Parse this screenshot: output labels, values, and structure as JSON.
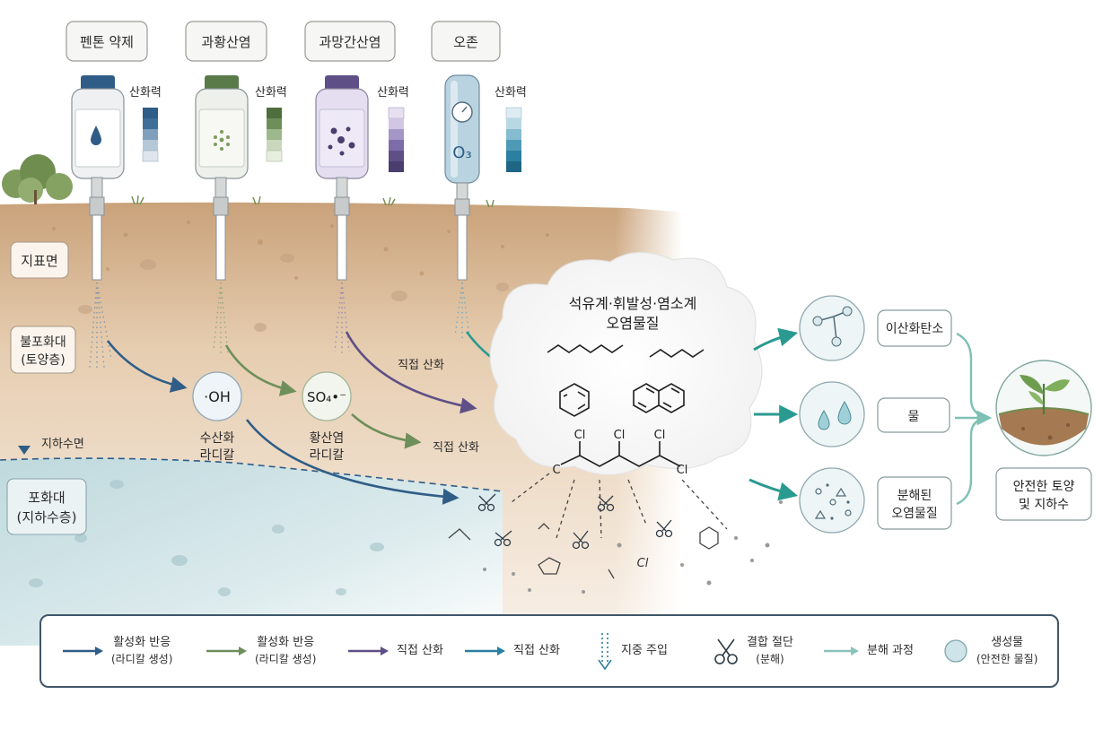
{
  "agents": [
    {
      "name": "펜톤 약제",
      "strength_label": "산화력",
      "color": "#2f5d87"
    },
    {
      "name": "과황산염",
      "strength_label": "산화력",
      "color": "#5b7a4a"
    },
    {
      "name": "과망간산염",
      "strength_label": "산화력",
      "color": "#5e4f86"
    },
    {
      "name": "오존",
      "strength_label": "산화력",
      "color": "#2b7fa0",
      "formula": "O₃"
    }
  ],
  "zones": {
    "surface": "지표면",
    "unsaturated_1": "불포화대",
    "unsaturated_2": "(토양층)",
    "water_table": "지하수면",
    "saturated_1": "포화대",
    "saturated_2": "(지하수층)"
  },
  "radicals": {
    "hydroxyl_symbol": "·OH",
    "hydroxyl_1": "수산화",
    "hydroxyl_2": "라디칼",
    "sulfate_symbol": "SO₄•⁻",
    "sulfate_1": "황산염",
    "sulfate_2": "라디칼"
  },
  "direct_oxidation_1": "직접 산화",
  "direct_oxidation_2": "직접 산화",
  "contaminant": {
    "title_1": "석유계·휘발성·염소계",
    "title_2": "오염물질",
    "chlorine": "Cl",
    "carbon": "C"
  },
  "products": [
    {
      "label_1": "이산화탄소",
      "label_2": ""
    },
    {
      "label_1": "물",
      "label_2": ""
    },
    {
      "label_1": "분해된",
      "label_2": "오염물질"
    }
  ],
  "result": {
    "line_1": "안전한 토양",
    "line_2": "및 지하수"
  },
  "legend": [
    {
      "icon": "arrow",
      "color": "#2f5d87",
      "line_1": "활성화 반응",
      "line_2": "(라디칼 생성)"
    },
    {
      "icon": "arrow",
      "color": "#6e8f5a",
      "line_1": "활성화 반응",
      "line_2": "(라디칼 생성)"
    },
    {
      "icon": "arrow",
      "color": "#5e4f86",
      "line_1": "직접 산화",
      "line_2": ""
    },
    {
      "icon": "arrow",
      "color": "#2b7fa0",
      "line_1": "직접 산화",
      "line_2": ""
    },
    {
      "icon": "dotted-arrow",
      "color": "#2b7fa0",
      "line_1": "지중 주입",
      "line_2": ""
    },
    {
      "icon": "scissors",
      "color": "#2f5d87",
      "line_1": "결합 절단",
      "line_2": "(분해)"
    },
    {
      "icon": "arrow",
      "color": "#8cc2bd",
      "line_1": "분해 과정",
      "line_2": ""
    },
    {
      "icon": "circle",
      "color": "#cfe4e8",
      "line_1": "생성물",
      "line_2": "(안전한 물질)"
    }
  ]
}
